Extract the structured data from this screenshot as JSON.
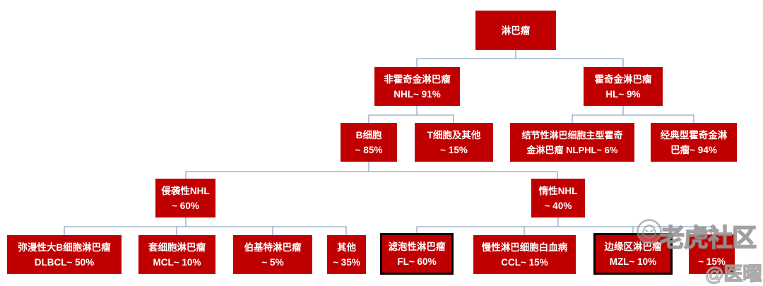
{
  "colors": {
    "background": "#FFFFFF",
    "node_bg": "#C00000",
    "node_text": "#FFFFFF",
    "connector": "#8FA8C8",
    "highlight_border": "#000000"
  },
  "diagram": {
    "type": "flowchart",
    "nodes": [
      {
        "id": "lymphoma",
        "parent": null,
        "line1": "淋巴瘤",
        "line2": null,
        "highlighted": false
      },
      {
        "id": "nhl",
        "parent": "lymphoma",
        "line1": "非霍奇金淋巴瘤",
        "line2": "NHL~ 91%",
        "highlighted": false
      },
      {
        "id": "hl",
        "parent": "lymphoma",
        "line1": "霍奇金淋巴瘤",
        "line2": "HL~ 9%",
        "highlighted": false
      },
      {
        "id": "b-cell",
        "parent": "nhl",
        "line1": "B细胞",
        "line2": "~ 85%",
        "highlighted": false
      },
      {
        "id": "t-cell-other",
        "parent": "nhl",
        "line1": "T细胞及其他",
        "line2": "~ 15%",
        "highlighted": false
      },
      {
        "id": "nlphl",
        "parent": "hl",
        "line1": "结节性淋巴细胞主型霍奇",
        "line2": "金淋巴瘤 NLPHL~ 6%",
        "highlighted": false
      },
      {
        "id": "classical-hl",
        "parent": "hl",
        "line1": "经典型霍奇金淋",
        "line2": "巴瘤~ 94%",
        "highlighted": false
      },
      {
        "id": "aggressive-nhl",
        "parent": "b-cell",
        "line1": "侵袭性NHL",
        "line2": "~ 60%",
        "highlighted": false
      },
      {
        "id": "indolent-nhl",
        "parent": "b-cell",
        "line1": "惰性NHL",
        "line2": "~ 40%",
        "highlighted": false
      },
      {
        "id": "dlbcl",
        "parent": "aggressive-nhl",
        "line1": "弥漫性大B细胞淋巴瘤",
        "line2": "DLBCL~ 50%",
        "highlighted": false
      },
      {
        "id": "mcl",
        "parent": "aggressive-nhl",
        "line1": "套细胞淋巴瘤",
        "line2": "MCL~ 10%",
        "highlighted": false
      },
      {
        "id": "burkitt",
        "parent": "aggressive-nhl",
        "line1": "伯基特淋巴瘤",
        "line2": "~ 5%",
        "highlighted": false
      },
      {
        "id": "other",
        "parent": "aggressive-nhl",
        "line1": "其他",
        "line2": "~ 35%",
        "highlighted": false
      },
      {
        "id": "fl",
        "parent": "indolent-nhl",
        "line1": "滤泡性淋巴瘤",
        "line2": "FL~ 60%",
        "highlighted": true
      },
      {
        "id": "cll",
        "parent": "indolent-nhl",
        "line1": "慢性淋巴细胞白血病",
        "line2": "CCL~ 15%",
        "highlighted": false
      },
      {
        "id": "mzl",
        "parent": "indolent-nhl",
        "line1": "边缘区淋巴瘤",
        "line2": "MZL~ 10%",
        "highlighted": true
      },
      {
        "id": "obscured-last",
        "parent": "indolent-nhl",
        "line1": null,
        "line2": "~ 15%",
        "highlighted": false
      }
    ]
  },
  "watermark": {
    "logo": "tiger-logo",
    "community": "老虎社区",
    "author": "@医曜"
  }
}
